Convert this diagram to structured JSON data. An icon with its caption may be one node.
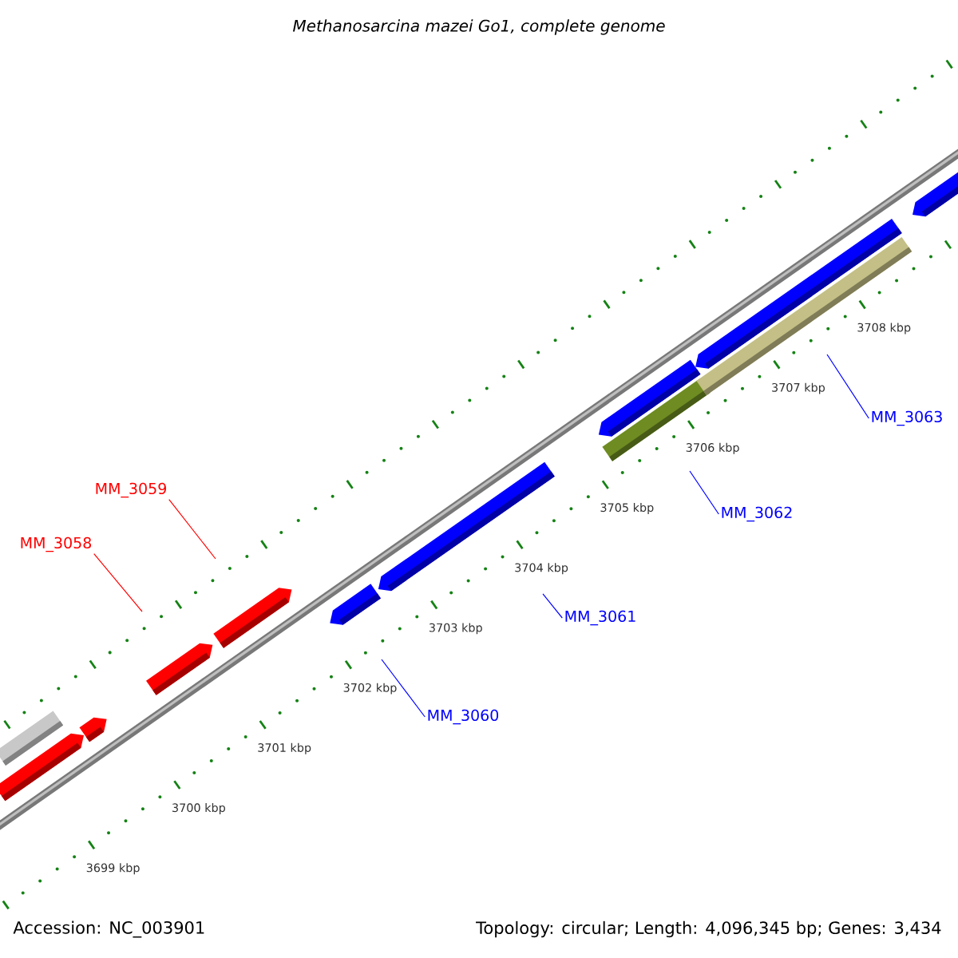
{
  "diagram": {
    "title": "Methanosarcina mazei Go1, complete genome",
    "nodes": [
      {
        "text": [
          "MM_3059"
        ]
      },
      {
        "text": [
          "MM_3058"
        ]
      },
      {
        "text": [],
        "shape": "bar"
      },
      {
        "text": [],
        "shape": "arrow"
      },
      {
        "text": [],
        "shape": "arrow"
      },
      {
        "text": [],
        "shape": "arrow"
      },
      {
        "text": [],
        "shape": "arrow"
      },
      {
        "text": [],
        "shape": "arrow"
      },
      {
        "text": [],
        "shape": "arrow"
      },
      {
        "text": [],
        "shape": "arrow"
      },
      {
        "text": [],
        "shape": "bar"
      },
      {
        "text": [],
        "shape": "arrow"
      },
      {
        "text": [],
        "shape": "bar"
      },
      {
        "text": [],
        "shape": "arrow"
      },
      {
        "text": [
          "MM_3060"
        ]
      },
      {
        "text": [
          "MM_3061"
        ]
      },
      {
        "text": [
          "MM_3062"
        ]
      },
      {
        "text": [
          "MM_3063"
        ]
      }
    ],
    "edges": [
      {
        "from": 0,
        "to": null,
        "arrow": "none",
        "color": "#ff0000"
      },
      {
        "from": 1,
        "to": null,
        "arrow": "none",
        "color": "#ff0000"
      },
      {
        "from": 14,
        "to": null,
        "arrow": "none"
      },
      {
        "from": 15,
        "to": null,
        "arrow": "none"
      },
      {
        "from": 16,
        "to": null,
        "arrow": "none"
      },
      {
        "from": 17,
        "to": null,
        "arrow": "none"
      }
    ],
    "labels": [
      "3708 kbp",
      "3707 kbp",
      "3706 kbp",
      "3705 kbp",
      "3704 kbp",
      "3703 kbp",
      "3702 kbp",
      "3701 kbp",
      "3700 kbp",
      "3699 kbp",
      "Accession: NC_003901",
      "Topology: circular; Length: 4,096,345 bp; Genes: 3,434"
    ]
  }
}
